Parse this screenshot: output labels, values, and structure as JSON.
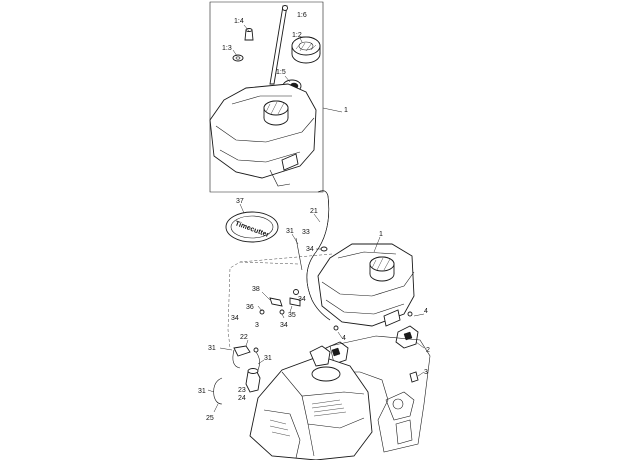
{
  "callouts": {
    "c1_4": "1:4",
    "c1_6": "1:6",
    "c1_3": "1:3",
    "c1_2": "1:2",
    "c1_5": "1:5",
    "c1_kit": "1",
    "c37": "37",
    "c21": "21",
    "c31a": "31",
    "c33": "33",
    "c34a": "34",
    "c1_tank": "1",
    "c38": "38",
    "c36": "36",
    "c34b": "34",
    "c3a": "3",
    "c34c": "34",
    "c35": "35",
    "c34d": "34",
    "c4a": "4",
    "c4b": "4",
    "c2": "2",
    "c22": "22",
    "c31b": "31",
    "c31c": "31",
    "c3b": "3",
    "c23": "23",
    "c24": "24",
    "c31d": "31",
    "c25": "25"
  },
  "decal": {
    "brand_text": "Timecutter"
  }
}
